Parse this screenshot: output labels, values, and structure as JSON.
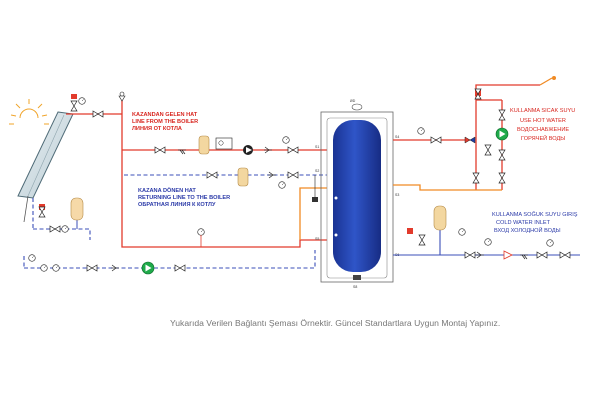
{
  "labels": {
    "boiler_supply_tr": "KAZANDAN GELEN HAT",
    "boiler_supply_en": "LINE FROM THE BOILER",
    "boiler_supply_ru": "ЛИНИЯ ОТ КОТЛА",
    "boiler_return_tr": "KAZANA DÖNEN HAT",
    "boiler_return_en": "RETURNING LINE TO THE BOILER",
    "boiler_return_ru": "ОБРАТНАЯ ЛИНИЯ К КОТЛУ",
    "hot_water_tr": "KULLANMA SICAK SUYU",
    "hot_water_en": "USE HOT WATER",
    "hot_water_ru1": "ВОДОСНАБЖЕНИЕ",
    "hot_water_ru2": "ГОРЯЧЕЙ ВОДЫ",
    "cold_water_tr": "KULLANMA SOĞUK SUYU GIRIŞ",
    "cold_water_en": "COLD WATER INLET",
    "cold_water_ru": "ВХОД ХОЛОДНОЙ ВОДЫ"
  },
  "caption": "Yukarıda Verilen Bağlantı Şeması Örnektir. Güncel Standartlara Uygun Montaj Yapınız.",
  "colors": {
    "hot_line": "#e23b2c",
    "solar_line": "#f08a24",
    "cold_line": "#3b4fb8",
    "tank": "#1f3fa6",
    "pump": "#1faa4a"
  }
}
